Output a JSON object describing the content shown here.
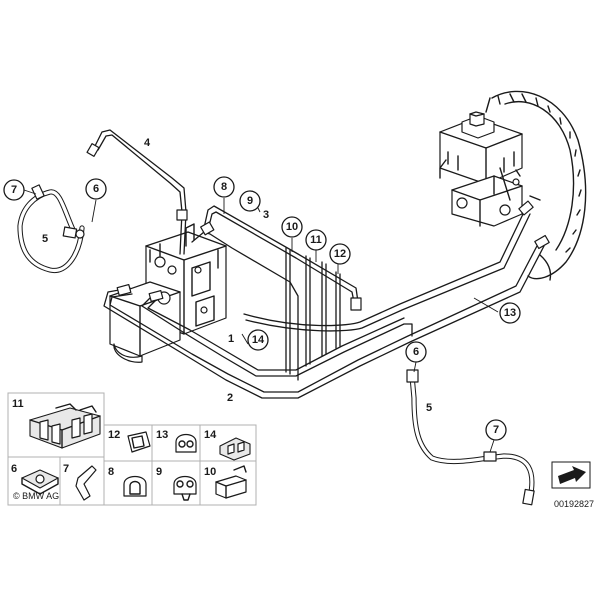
{
  "callouts": {
    "c7a": "7",
    "c6a": "6",
    "c8": "8",
    "c9": "9",
    "c10": "10",
    "c11": "11",
    "c12": "12",
    "c13": "13",
    "c14": "14",
    "c6b": "6",
    "c7b": "7"
  },
  "labels": {
    "l4": "4",
    "l5a": "5",
    "l3": "3",
    "l1": "1",
    "l2": "2",
    "l5b": "5"
  },
  "inset": {
    "n11": "11",
    "n12": "12",
    "n13": "13",
    "n14": "14",
    "n6": "6",
    "n7": "7",
    "n8": "8",
    "n9": "9",
    "n10": "10"
  },
  "footer": {
    "copyright": "© BMW AG",
    "diagram_number": "00192827"
  }
}
